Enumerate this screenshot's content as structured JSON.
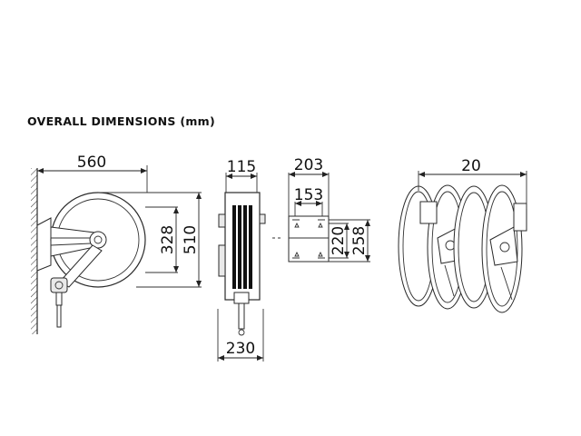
{
  "title": "OVERALL DIMENSIONS (mm)",
  "dimensions": {
    "side_width": "560",
    "side_drum_height": "328",
    "side_total_height": "510",
    "front_top_width": "115",
    "front_bottom_width": "230",
    "bracket_outer_width": "203",
    "bracket_inner_width": "153",
    "bracket_inner_height": "220",
    "bracket_outer_height": "258",
    "multi_spacing": "20"
  },
  "colors": {
    "line": "#2a2a2a",
    "text": "#111111",
    "background": "#ffffff"
  }
}
